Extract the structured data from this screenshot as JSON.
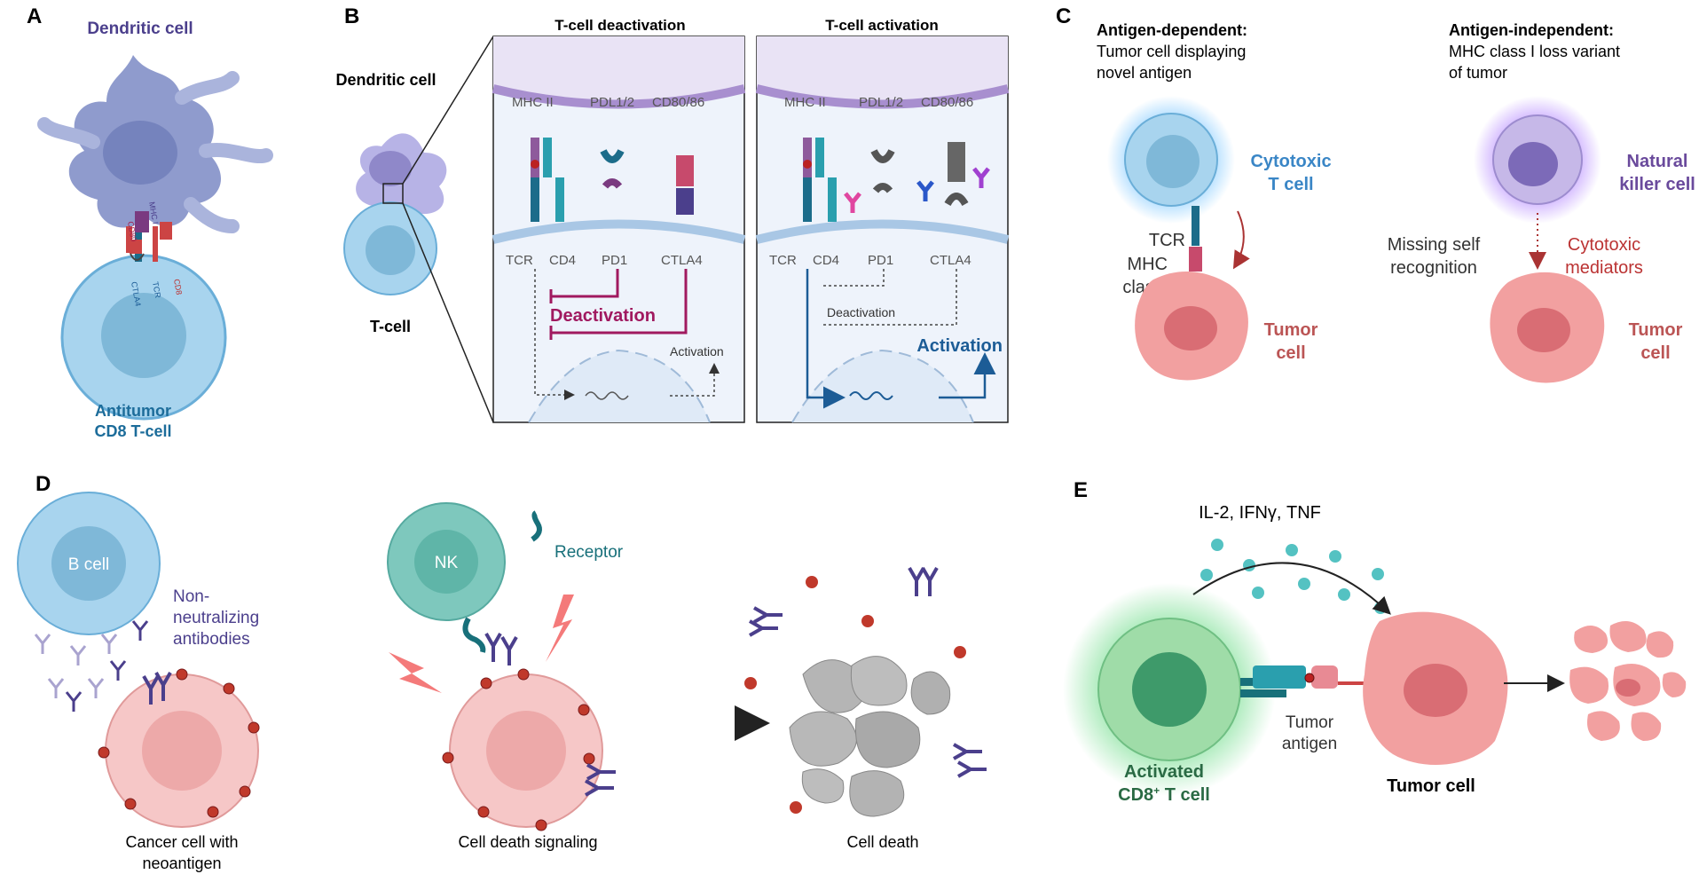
{
  "panels": {
    "A": {
      "letter": "A",
      "dendritic": "Dendritic cell",
      "mhc": "MHC I",
      "cd80": "CD80",
      "ctla4": "CTLA4",
      "tcr": "TCR",
      "cd8": "CD8",
      "tcell1": "Antitumor",
      "tcell2": "CD8 T-cell"
    },
    "B": {
      "letter": "B",
      "dendritic": "Dendritic cell",
      "tcell": "T-cell",
      "deact_title": "T-cell deactivation",
      "act_title": "T-cell activation",
      "mhc2": "MHC II",
      "pdl": "PDL1/2",
      "cd80": "CD80/86",
      "tcr": "TCR",
      "cd4": "CD4",
      "pd1": "PD1",
      "ctla4": "CTLA4",
      "deactivation": "Deactivation",
      "activation": "Activation",
      "small_activation": "Activation",
      "small_deactivation": "Deactivation"
    },
    "C": {
      "letter": "C",
      "dep_title": "Antigen-dependent:",
      "dep_l1": "Tumor cell displaying",
      "dep_l2": "novel antigen",
      "ind_title": "Antigen-independent:",
      "ind_l1": "MHC class I loss variant",
      "ind_l2": "of tumor",
      "ctl1": "Cytotoxic",
      "ctl2": "T cell",
      "tcr": "TCR",
      "mhc1": "MHC",
      "mhc2": "class I",
      "tumor1": "Tumor",
      "tumor2": "cell",
      "nk1": "Natural",
      "nk2": "killer cell",
      "missing1": "Missing self",
      "missing2": "recognition",
      "cyto1": "Cytotoxic",
      "cyto2": "mediators"
    },
    "D": {
      "letter": "D",
      "bcell": "B cell",
      "nonneut1": "Non-",
      "nonneut2": "neutralizing",
      "nonneut3": "antibodies",
      "cancer1": "Cancer cell with",
      "cancer2": "neoantigen",
      "nk": "NK",
      "receptor": "Receptor",
      "signal": "Cell death signaling",
      "death": "Cell death"
    },
    "E": {
      "letter": "E",
      "cytokines": "IL-2, IFNγ, TNF",
      "antigen1": "Tumor",
      "antigen2": "antigen",
      "act1": "Activated",
      "act2": "CD8",
      "act2sup": "+",
      "act3": " T cell",
      "tumor": "Tumor cell"
    }
  },
  "colors": {
    "dendritic": "#8f9bcd",
    "tcell": "#a8d4ee",
    "tumor": "#f2a0a0",
    "purple_text": "#4b3f8c",
    "blue_text": "#1f5f93",
    "red_text": "#b33a3a",
    "deact": "#a0195f",
    "act": "#1c5c96",
    "nk": "#7ec8bd",
    "green": "#6fbf83"
  }
}
